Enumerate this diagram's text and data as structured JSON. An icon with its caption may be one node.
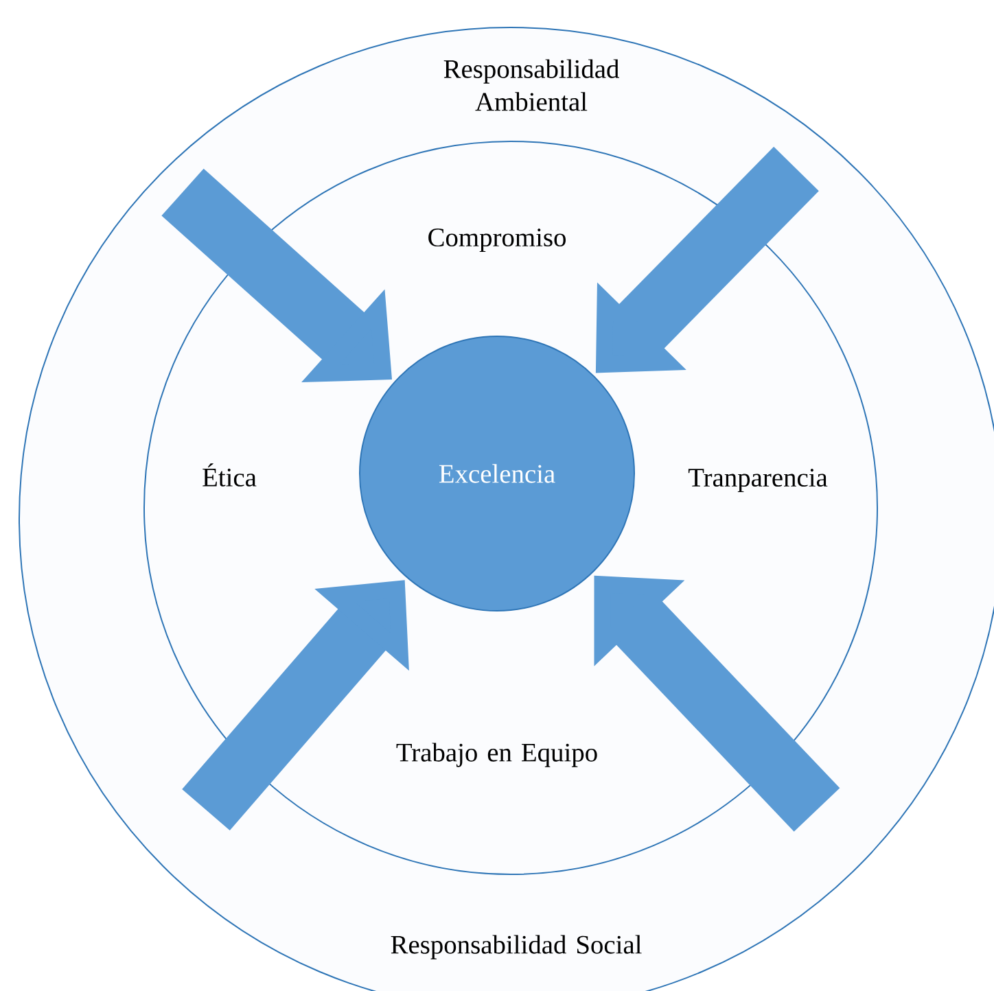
{
  "diagram": {
    "nodes": [
      {
        "text": [
          "Responsabilidad Ambiental",
          "Responsabilidad Social"
        ]
      },
      {
        "text": [
          "Compromiso",
          "Ética",
          "Tranparencia",
          "Trabajo en Equipo"
        ],
        "in": 0
      },
      {
        "text": [
          "Excelencia"
        ],
        "in": 1
      }
    ],
    "edges": [
      {
        "from": null,
        "to": 2,
        "arrow": "to"
      },
      {
        "from": null,
        "to": 2,
        "arrow": "to"
      },
      {
        "from": null,
        "to": 2,
        "arrow": "to"
      },
      {
        "from": null,
        "to": 2,
        "arrow": "to"
      }
    ]
  }
}
